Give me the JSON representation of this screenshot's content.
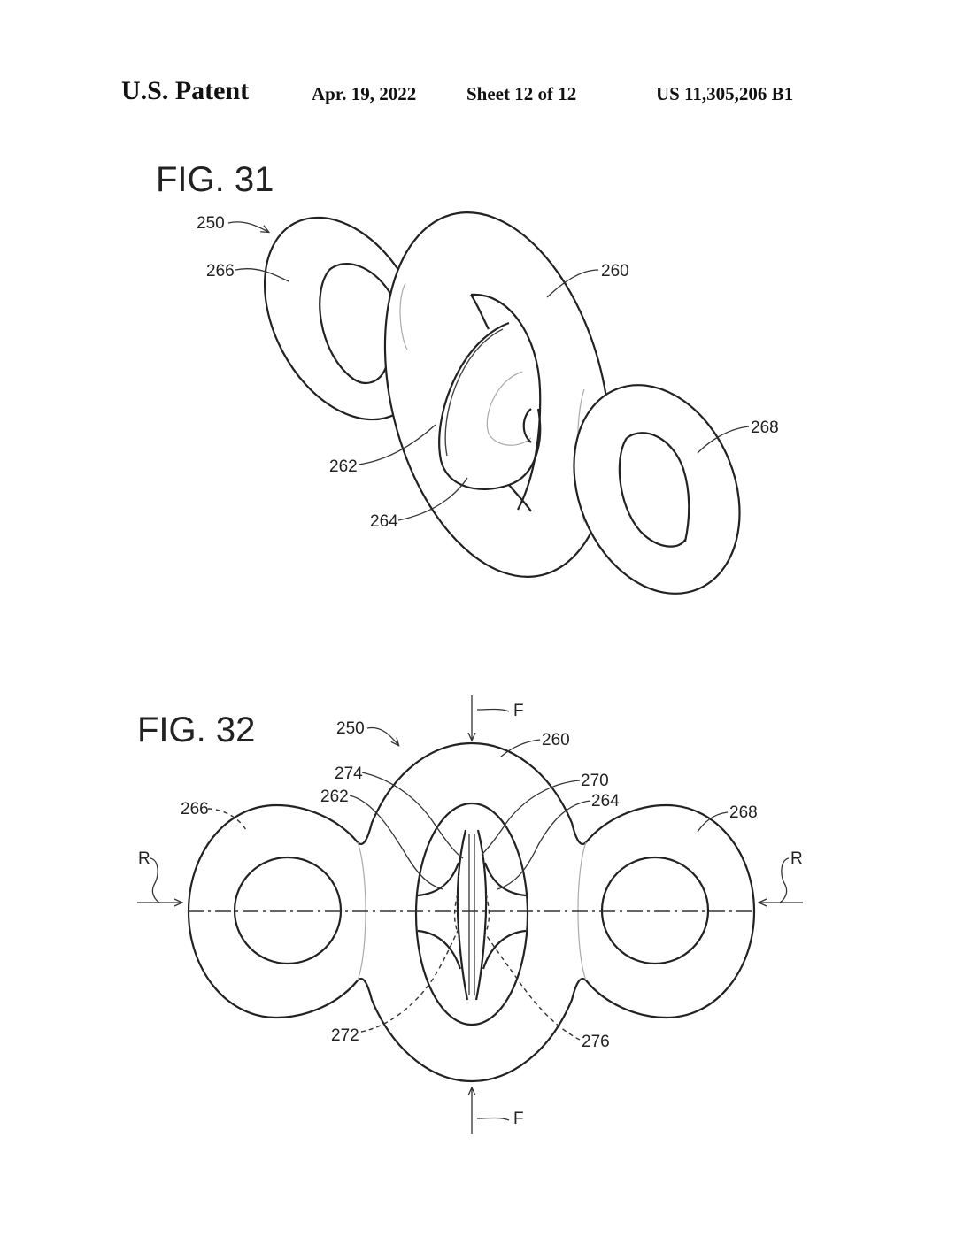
{
  "header": {
    "title": "U.S. Patent",
    "date": "Apr. 19, 2022",
    "sheet": "Sheet 12 of 12",
    "patent_number": "US 11,305,206 B1"
  },
  "fig31": {
    "label": "FIG. 31",
    "refs": {
      "r250": "250",
      "r266": "266",
      "r260": "260",
      "r262": "262",
      "r264": "264",
      "r268": "268"
    }
  },
  "fig32": {
    "label": "FIG. 32",
    "refs": {
      "r250": "250",
      "rF_top": "F",
      "r260": "260",
      "r274": "274",
      "r270": "270",
      "r262": "262",
      "r264": "264",
      "r266": "266",
      "r268": "268",
      "rR_left": "R",
      "rR_right": "R",
      "r272": "272",
      "r276": "276",
      "rF_bottom": "F"
    }
  }
}
